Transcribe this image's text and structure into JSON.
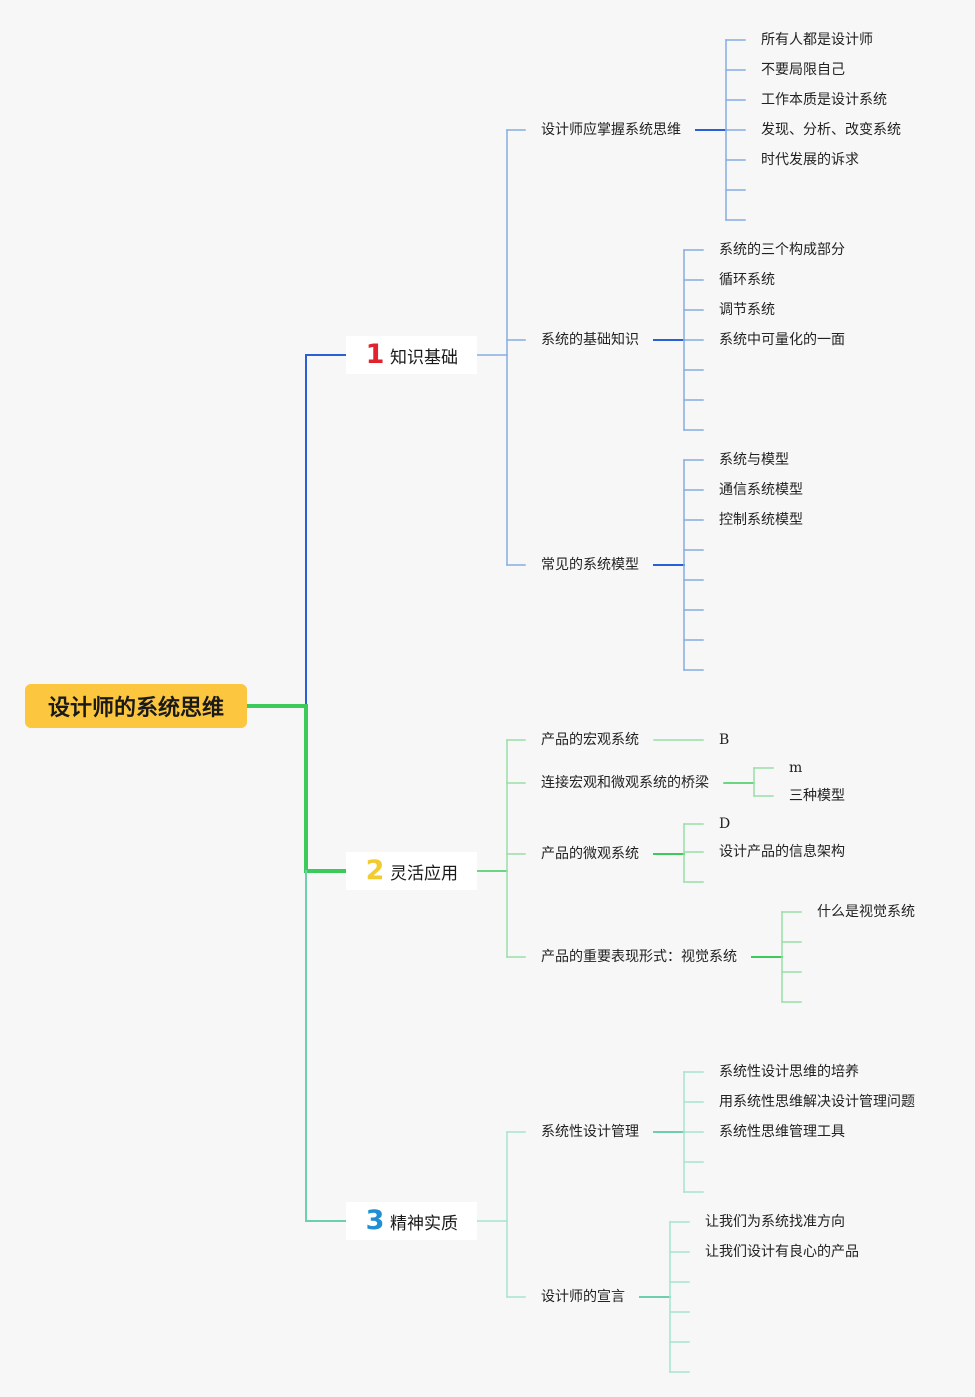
{
  "colors": {
    "branch1": "#2a5fd6",
    "branch1_light": "#86aee2",
    "branch2": "#3ccb5a",
    "branch2_light": "#98dfa7",
    "branch3": "#6dcfb0",
    "branch3_light": "#a6e3cf",
    "root_bg": "#fcc63f",
    "num1": "#e0232f",
    "num2": "#f2cc2e",
    "num3": "#1f8fd3"
  },
  "root": {
    "label": "设计师的系统思维"
  },
  "branches": [
    {
      "num": "1",
      "label": "知识基础",
      "children": [
        {
          "label": "设计师应掌握系统思维",
          "children": [
            "所有人都是设计师",
            "不要局限自己",
            "工作本质是设计系统",
            "发现、分析、改变系统",
            "时代发展的诉求",
            "",
            ""
          ]
        },
        {
          "label": "系统的基础知识",
          "children": [
            "系统的三个构成部分",
            "循环系统",
            "调节系统",
            "系统中可量化的一面",
            "",
            "",
            ""
          ]
        },
        {
          "label": "常见的系统模型",
          "children": [
            "系统与模型",
            "通信系统模型",
            "控制系统模型",
            "",
            "",
            "",
            "",
            ""
          ]
        }
      ]
    },
    {
      "num": "2",
      "label": "灵活应用",
      "children": [
        {
          "label": "产品的宏观系统",
          "children": [
            "B"
          ]
        },
        {
          "label": "连接宏观和微观系统的桥梁",
          "children": [
            "m",
            "三种模型"
          ]
        },
        {
          "label": "产品的微观系统",
          "children": [
            "D",
            "设计产品的信息架构",
            ""
          ]
        },
        {
          "label": "产品的重要表现形式：视觉系统",
          "children": [
            "什么是视觉系统",
            "",
            "",
            ""
          ]
        }
      ]
    },
    {
      "num": "3",
      "label": "精神实质",
      "children": [
        {
          "label": "系统性设计管理",
          "children": [
            "系统性设计思维的培养",
            "用系统性思维解决设计管理问题",
            "系统性思维管理工具",
            "",
            ""
          ]
        },
        {
          "label": "设计师的宣言",
          "children": [
            "让我们为系统找准方向",
            "让我们设计有良心的产品",
            "",
            "",
            "",
            ""
          ]
        }
      ]
    }
  ]
}
